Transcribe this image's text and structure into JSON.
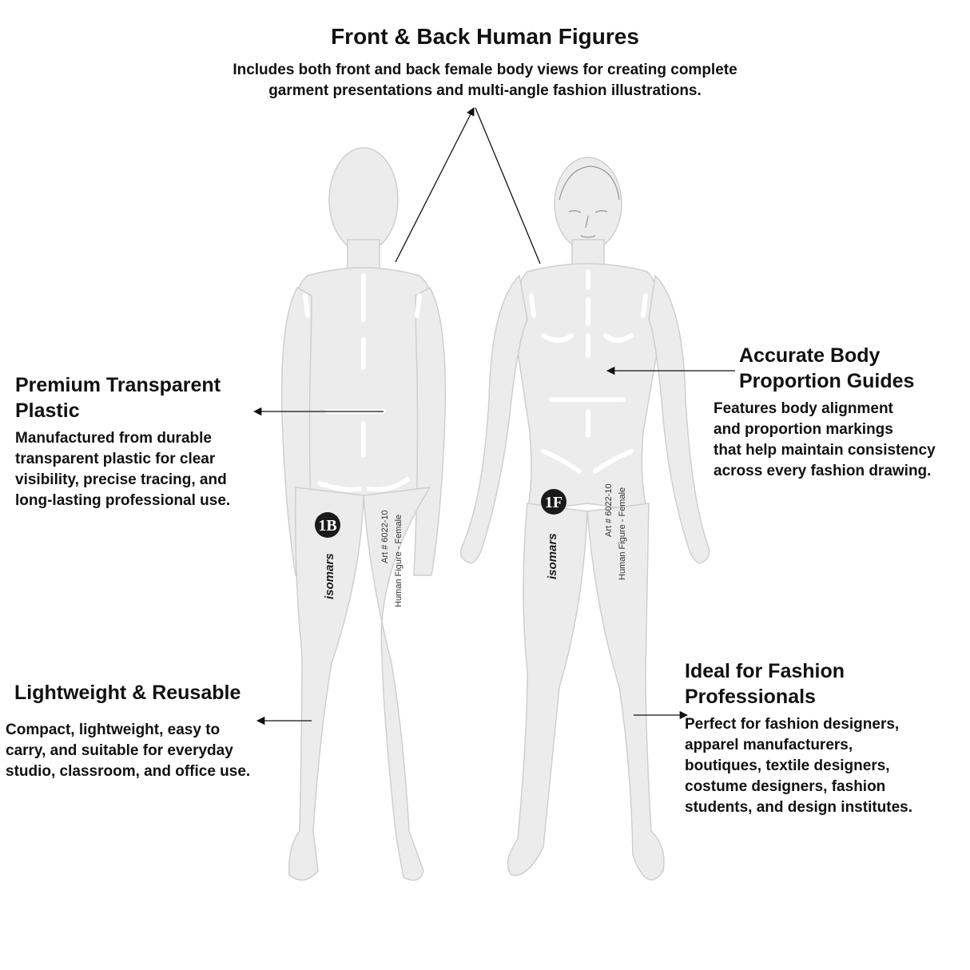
{
  "top": {
    "title": "Front & Back Human Figures",
    "desc_lines": [
      "Includes both front and back female body views for creating complete",
      "garment presentations and multi-angle fashion illustrations."
    ]
  },
  "left_top": {
    "heading_lines": [
      "Premium Transparent",
      "Plastic"
    ],
    "body_lines": [
      "Manufactured from durable",
      "transparent plastic for clear",
      "visibility, precise tracing, and",
      "long-lasting professional use."
    ]
  },
  "left_bottom": {
    "heading_lines": [
      "Lightweight & Reusable"
    ],
    "body_lines": [
      "Compact, lightweight, easy to",
      "carry, and suitable for everyday",
      "studio, classroom, and office use."
    ]
  },
  "right_top": {
    "heading_lines": [
      "Accurate Body",
      "Proportion Guides"
    ],
    "body_lines": [
      "Features body alignment",
      "and proportion markings",
      "that help maintain consistency",
      "across every fashion drawing."
    ]
  },
  "right_bottom": {
    "heading_lines": [
      "Ideal for Fashion",
      "Professionals"
    ],
    "body_lines": [
      "Perfect for fashion designers,",
      "apparel manufacturers,",
      "boutiques, textile designers,",
      "costume designers, fashion",
      "students, and design institutes."
    ]
  },
  "back_figure": {
    "badge": "1B",
    "brand": "isomars",
    "art_number": "Art # 6022-10",
    "caption": "Human Figure - Female"
  },
  "front_figure": {
    "badge": "1F",
    "brand": "isomars",
    "art_number": "Art # 6022-10",
    "caption": "Human Figure - Female"
  },
  "colors": {
    "template_fill": "#ececec",
    "template_stroke": "#cfcfcf",
    "text": "#111111",
    "badge": "#1a1a1a"
  }
}
